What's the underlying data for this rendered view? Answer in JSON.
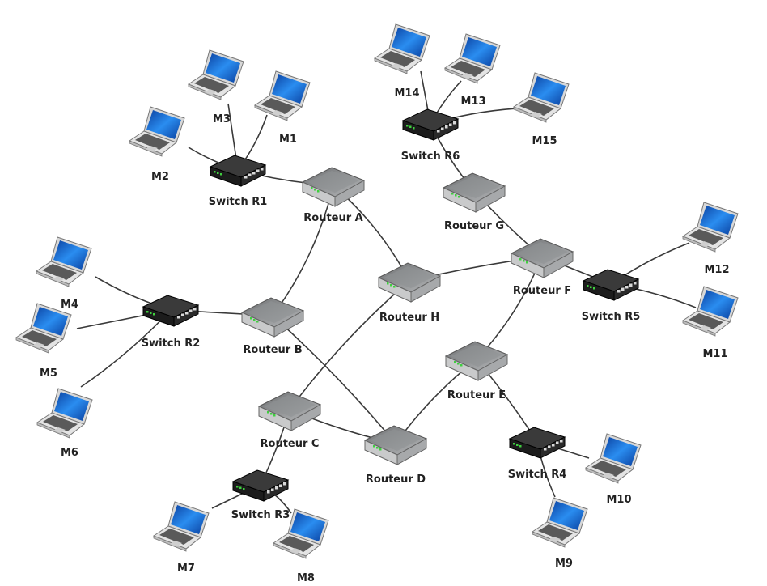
{
  "nodes": [
    {
      "id": "RA",
      "type": "router",
      "label": "Routeur A"
    },
    {
      "id": "RB",
      "type": "router",
      "label": "Routeur B"
    },
    {
      "id": "RC",
      "type": "router",
      "label": "Routeur C"
    },
    {
      "id": "RD",
      "type": "router",
      "label": "Routeur D"
    },
    {
      "id": "RE",
      "type": "router",
      "label": "Routeur E"
    },
    {
      "id": "RF",
      "type": "router",
      "label": "Routeur F"
    },
    {
      "id": "RG",
      "type": "router",
      "label": "Routeur G"
    },
    {
      "id": "RH",
      "type": "router",
      "label": "Routeur H"
    },
    {
      "id": "S1",
      "type": "switch",
      "label": "Switch R1"
    },
    {
      "id": "S2",
      "type": "switch",
      "label": "Switch R2"
    },
    {
      "id": "S3",
      "type": "switch",
      "label": "Switch R3"
    },
    {
      "id": "S4",
      "type": "switch",
      "label": "Switch R4"
    },
    {
      "id": "S5",
      "type": "switch",
      "label": "Switch R5"
    },
    {
      "id": "S6",
      "type": "switch",
      "label": "Switch R6"
    },
    {
      "id": "M1",
      "type": "laptop",
      "label": "M1"
    },
    {
      "id": "M2",
      "type": "laptop",
      "label": "M2"
    },
    {
      "id": "M3",
      "type": "laptop",
      "label": "M3"
    },
    {
      "id": "M4",
      "type": "laptop",
      "label": "M4"
    },
    {
      "id": "M5",
      "type": "laptop",
      "label": "M5"
    },
    {
      "id": "M6",
      "type": "laptop",
      "label": "M6"
    },
    {
      "id": "M7",
      "type": "laptop",
      "label": "M7"
    },
    {
      "id": "M8",
      "type": "laptop",
      "label": "M8"
    },
    {
      "id": "M9",
      "type": "laptop",
      "label": "M9"
    },
    {
      "id": "M10",
      "type": "laptop",
      "label": "M10"
    },
    {
      "id": "M11",
      "type": "laptop",
      "label": "M11"
    },
    {
      "id": "M12",
      "type": "laptop",
      "label": "M12"
    },
    {
      "id": "M13",
      "type": "laptop",
      "label": "M13"
    },
    {
      "id": "M14",
      "type": "laptop",
      "label": "M14"
    },
    {
      "id": "M15",
      "type": "laptop",
      "label": "M15"
    }
  ],
  "links": [
    [
      "S1",
      "RA"
    ],
    [
      "RA",
      "RB"
    ],
    [
      "RA",
      "RH"
    ],
    [
      "RB",
      "S2"
    ],
    [
      "RB",
      "RD"
    ],
    [
      "RH",
      "RC"
    ],
    [
      "RH",
      "RF"
    ],
    [
      "RC",
      "RD"
    ],
    [
      "RC",
      "S3"
    ],
    [
      "RD",
      "RE"
    ],
    [
      "RE",
      "RF"
    ],
    [
      "RE",
      "S4"
    ],
    [
      "RF",
      "RG"
    ],
    [
      "RF",
      "S5"
    ],
    [
      "RG",
      "S6"
    ],
    [
      "S1",
      "M1"
    ],
    [
      "S1",
      "M2"
    ],
    [
      "S1",
      "M3"
    ],
    [
      "S2",
      "M4"
    ],
    [
      "S2",
      "M5"
    ],
    [
      "S2",
      "M6"
    ],
    [
      "S3",
      "M7"
    ],
    [
      "S3",
      "M8"
    ],
    [
      "S4",
      "M9"
    ],
    [
      "S4",
      "M10"
    ],
    [
      "S5",
      "M11"
    ],
    [
      "S5",
      "M12"
    ],
    [
      "S6",
      "M13"
    ],
    [
      "S6",
      "M14"
    ],
    [
      "S6",
      "M15"
    ]
  ],
  "colors": {
    "link": "#3a3a3a",
    "router_top": "#8a8c8e",
    "router_body": "#c9cacb",
    "switch_body": "#1c1c1c",
    "switch_top": "#3a3a3a",
    "screen": "#1f6fd6",
    "laptop_body": "#e4e4e4",
    "led": "#3fcf3f",
    "label": "#222222"
  },
  "icons": {
    "router": "router-icon",
    "switch": "switch-icon",
    "laptop": "laptop-icon"
  }
}
